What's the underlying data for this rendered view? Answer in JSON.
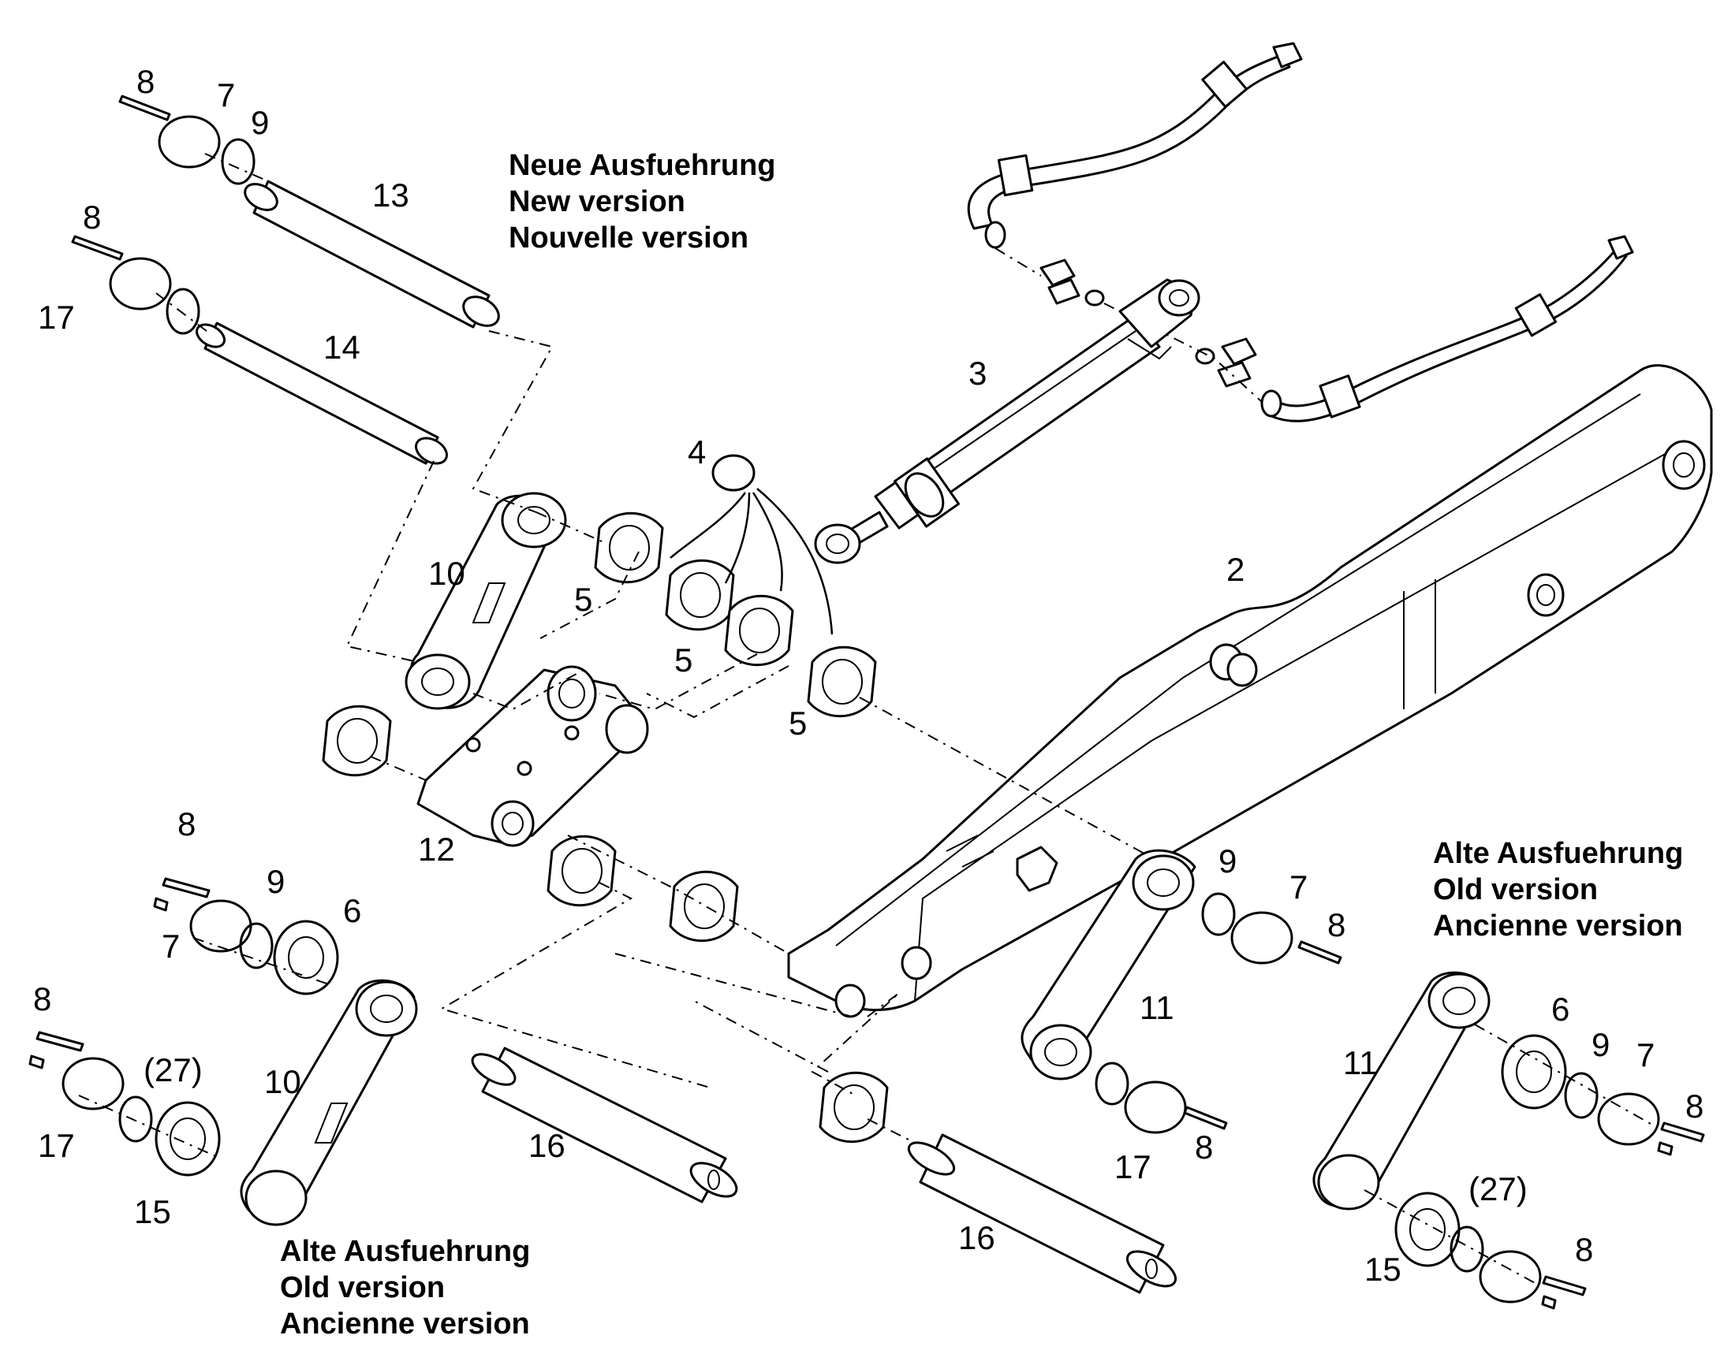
{
  "notes": {
    "new_version": [
      "Neue Ausfuehrung",
      "New version",
      "Nouvelle version"
    ],
    "old_version_right": [
      "Alte Ausfuehrung",
      "Old version",
      "Ancienne version"
    ],
    "old_version_bottom": [
      "Alte Ausfuehrung",
      "Old version",
      "Ancienne version"
    ]
  },
  "labels": [
    {
      "id": "l8a",
      "text": "8"
    },
    {
      "id": "l7a",
      "text": "7"
    },
    {
      "id": "l9a",
      "text": "9"
    },
    {
      "id": "l13",
      "text": "13"
    },
    {
      "id": "l8b",
      "text": "8"
    },
    {
      "id": "l17a",
      "text": "17"
    },
    {
      "id": "l14",
      "text": "14"
    },
    {
      "id": "l3",
      "text": "3"
    },
    {
      "id": "l4",
      "text": "4"
    },
    {
      "id": "l2",
      "text": "2"
    },
    {
      "id": "l10a",
      "text": "10"
    },
    {
      "id": "l5a",
      "text": "5"
    },
    {
      "id": "l5b",
      "text": "5"
    },
    {
      "id": "l5c",
      "text": "5"
    },
    {
      "id": "l12",
      "text": "12"
    },
    {
      "id": "l8c",
      "text": "8"
    },
    {
      "id": "l9b",
      "text": "9"
    },
    {
      "id": "l6a",
      "text": "6"
    },
    {
      "id": "l7b",
      "text": "7"
    },
    {
      "id": "l8d",
      "text": "8"
    },
    {
      "id": "l27a",
      "text": "(27)"
    },
    {
      "id": "l10b",
      "text": "10"
    },
    {
      "id": "l17b",
      "text": "17"
    },
    {
      "id": "l15a",
      "text": "15"
    },
    {
      "id": "l16a",
      "text": "16"
    },
    {
      "id": "l16b",
      "text": "16"
    },
    {
      "id": "l9c",
      "text": "9"
    },
    {
      "id": "l7c",
      "text": "7"
    },
    {
      "id": "l8e",
      "text": "8"
    },
    {
      "id": "l11a",
      "text": "11"
    },
    {
      "id": "l17c",
      "text": "17"
    },
    {
      "id": "l8f",
      "text": "8"
    },
    {
      "id": "l11b",
      "text": "11"
    },
    {
      "id": "l6b",
      "text": "6"
    },
    {
      "id": "l9d",
      "text": "9"
    },
    {
      "id": "l7d",
      "text": "7"
    },
    {
      "id": "l8g",
      "text": "8"
    },
    {
      "id": "l27b",
      "text": "(27)"
    },
    {
      "id": "l15b",
      "text": "15"
    },
    {
      "id": "l8h",
      "text": "8"
    }
  ]
}
